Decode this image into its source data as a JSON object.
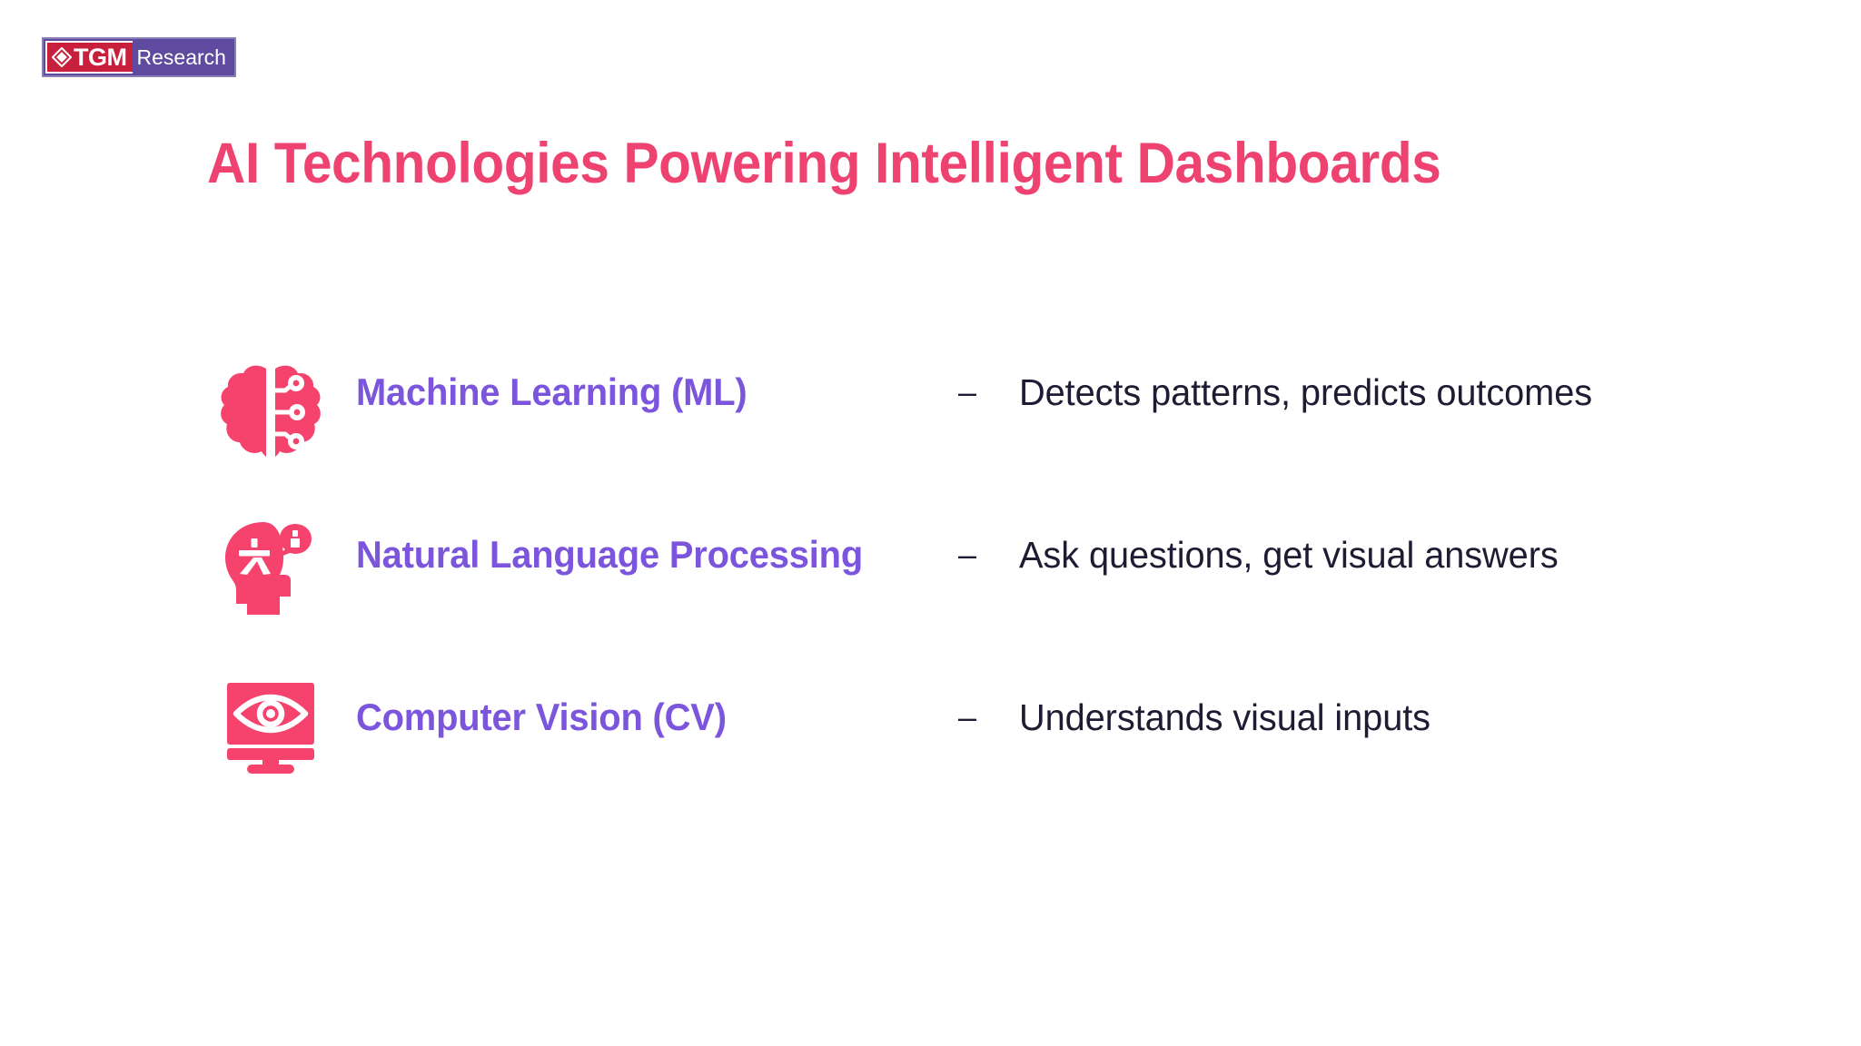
{
  "brand": {
    "logo_mark": "diamond-icon",
    "name_primary": "TGM",
    "name_secondary": "Research",
    "color_primary": "#C8203C",
    "color_secondary": "#5E4A9E"
  },
  "slide": {
    "title": "AI Technologies Powering Intelligent Dashboards",
    "title_color": "#EE4370",
    "background_color": "#FFFFFF",
    "label_color": "#7B56DD",
    "description_color": "#1E1B33",
    "icon_color": "#F5436E"
  },
  "rows": [
    {
      "icon": "brain-circuit-icon",
      "label": "Machine Learning (ML)",
      "separator": "–",
      "description": "Detects patterns, predicts outcomes"
    },
    {
      "icon": "head-language-translate-icon",
      "label": "Natural Language Processing",
      "separator": "–",
      "description": "Ask questions, get visual answers"
    },
    {
      "icon": "monitor-eye-icon",
      "label": "Computer Vision (CV)",
      "separator": "–",
      "description": "Understands visual inputs"
    }
  ]
}
